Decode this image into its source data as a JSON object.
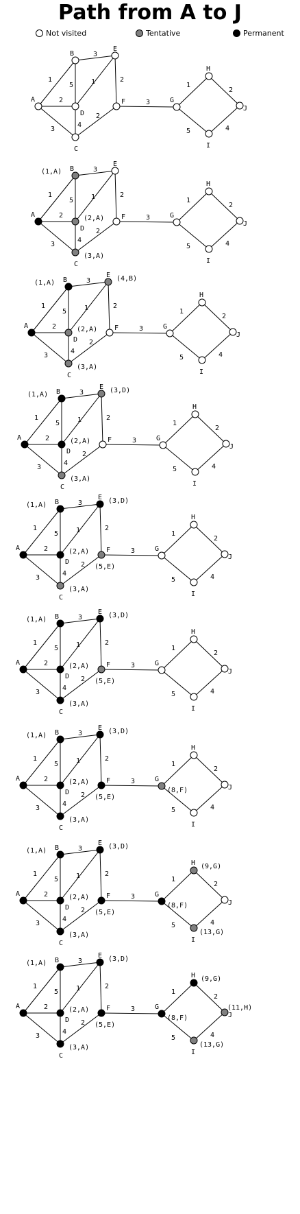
{
  "title": "Path from A to J",
  "legend": [
    {
      "label": "Not visited",
      "state": "unvisited"
    },
    {
      "label": "Tentative",
      "state": "tentative"
    },
    {
      "label": "Permanent",
      "state": "permanent"
    }
  ],
  "colors": {
    "unvisited": "#ffffff",
    "tentative": "#808080",
    "permanent": "#000000",
    "stroke": "#000000"
  },
  "graph": {
    "nodes": [
      "A",
      "B",
      "C",
      "D",
      "E",
      "F",
      "G",
      "H",
      "I",
      "J"
    ],
    "edges": [
      {
        "from": "A",
        "to": "B",
        "weight": "1"
      },
      {
        "from": "A",
        "to": "D",
        "weight": "2"
      },
      {
        "from": "A",
        "to": "C",
        "weight": "3"
      },
      {
        "from": "B",
        "to": "E",
        "weight": "3"
      },
      {
        "from": "B",
        "to": "D",
        "weight": "5"
      },
      {
        "from": "D",
        "to": "E",
        "weight": "1"
      },
      {
        "from": "D",
        "to": "C",
        "weight": "4"
      },
      {
        "from": "E",
        "to": "F",
        "weight": "2"
      },
      {
        "from": "C",
        "to": "F",
        "weight": "2"
      },
      {
        "from": "F",
        "to": "G",
        "weight": "3"
      },
      {
        "from": "G",
        "to": "H",
        "weight": "1"
      },
      {
        "from": "G",
        "to": "I",
        "weight": "5"
      },
      {
        "from": "H",
        "to": "J",
        "weight": "2"
      },
      {
        "from": "I",
        "to": "J",
        "weight": "4"
      }
    ]
  },
  "steps": [
    {
      "states": {
        "A": "unvisited",
        "B": "unvisited",
        "C": "unvisited",
        "D": "unvisited",
        "E": "unvisited",
        "F": "unvisited",
        "G": "unvisited",
        "H": "unvisited",
        "I": "unvisited",
        "J": "unvisited"
      },
      "labels": {}
    },
    {
      "states": {
        "A": "permanent",
        "B": "tentative",
        "C": "tentative",
        "D": "tentative",
        "E": "unvisited",
        "F": "unvisited",
        "G": "unvisited",
        "H": "unvisited",
        "I": "unvisited",
        "J": "unvisited"
      },
      "labels": {
        "B": "(1,A)",
        "D": "(2,A)",
        "C": "(3,A)"
      }
    },
    {
      "states": {
        "A": "permanent",
        "B": "permanent",
        "C": "tentative",
        "D": "tentative",
        "E": "tentative",
        "F": "unvisited",
        "G": "unvisited",
        "H": "unvisited",
        "I": "unvisited",
        "J": "unvisited"
      },
      "labels": {
        "B": "(1,A)",
        "D": "(2,A)",
        "C": "(3,A)",
        "E": "(4,B)"
      }
    },
    {
      "states": {
        "A": "permanent",
        "B": "permanent",
        "C": "tentative",
        "D": "permanent",
        "E": "tentative",
        "F": "unvisited",
        "G": "unvisited",
        "H": "unvisited",
        "I": "unvisited",
        "J": "unvisited"
      },
      "labels": {
        "B": "(1,A)",
        "D": "(2,A)",
        "C": "(3,A)",
        "E": "(3,D)"
      }
    },
    {
      "states": {
        "A": "permanent",
        "B": "permanent",
        "C": "tentative",
        "D": "permanent",
        "E": "permanent",
        "F": "tentative",
        "G": "unvisited",
        "H": "unvisited",
        "I": "unvisited",
        "J": "unvisited"
      },
      "labels": {
        "B": "(1,A)",
        "D": "(2,A)",
        "C": "(3,A)",
        "E": "(3,D)",
        "F": "(5,E)"
      }
    },
    {
      "states": {
        "A": "permanent",
        "B": "permanent",
        "C": "permanent",
        "D": "permanent",
        "E": "permanent",
        "F": "tentative",
        "G": "unvisited",
        "H": "unvisited",
        "I": "unvisited",
        "J": "unvisited"
      },
      "labels": {
        "B": "(1,A)",
        "D": "(2,A)",
        "C": "(3,A)",
        "E": "(3,D)",
        "F": "(5,E)"
      }
    },
    {
      "states": {
        "A": "permanent",
        "B": "permanent",
        "C": "permanent",
        "D": "permanent",
        "E": "permanent",
        "F": "permanent",
        "G": "tentative",
        "H": "unvisited",
        "I": "unvisited",
        "J": "unvisited"
      },
      "labels": {
        "B": "(1,A)",
        "D": "(2,A)",
        "C": "(3,A)",
        "E": "(3,D)",
        "F": "(5,E)",
        "G": "(8,F)"
      }
    },
    {
      "states": {
        "A": "permanent",
        "B": "permanent",
        "C": "permanent",
        "D": "permanent",
        "E": "permanent",
        "F": "permanent",
        "G": "permanent",
        "H": "tentative",
        "I": "tentative",
        "J": "unvisited"
      },
      "labels": {
        "B": "(1,A)",
        "D": "(2,A)",
        "C": "(3,A)",
        "E": "(3,D)",
        "F": "(5,E)",
        "G": "(8,F)",
        "H": "(9,G)",
        "I": "(13,G)"
      }
    },
    {
      "states": {
        "A": "permanent",
        "B": "permanent",
        "C": "permanent",
        "D": "permanent",
        "E": "permanent",
        "F": "permanent",
        "G": "permanent",
        "H": "permanent",
        "I": "tentative",
        "J": "tentative"
      },
      "labels": {
        "B": "(1,A)",
        "D": "(2,A)",
        "C": "(3,A)",
        "E": "(3,D)",
        "F": "(5,E)",
        "G": "(8,F)",
        "H": "(9,G)",
        "I": "(13,G)",
        "J": "(11,H)"
      }
    }
  ]
}
